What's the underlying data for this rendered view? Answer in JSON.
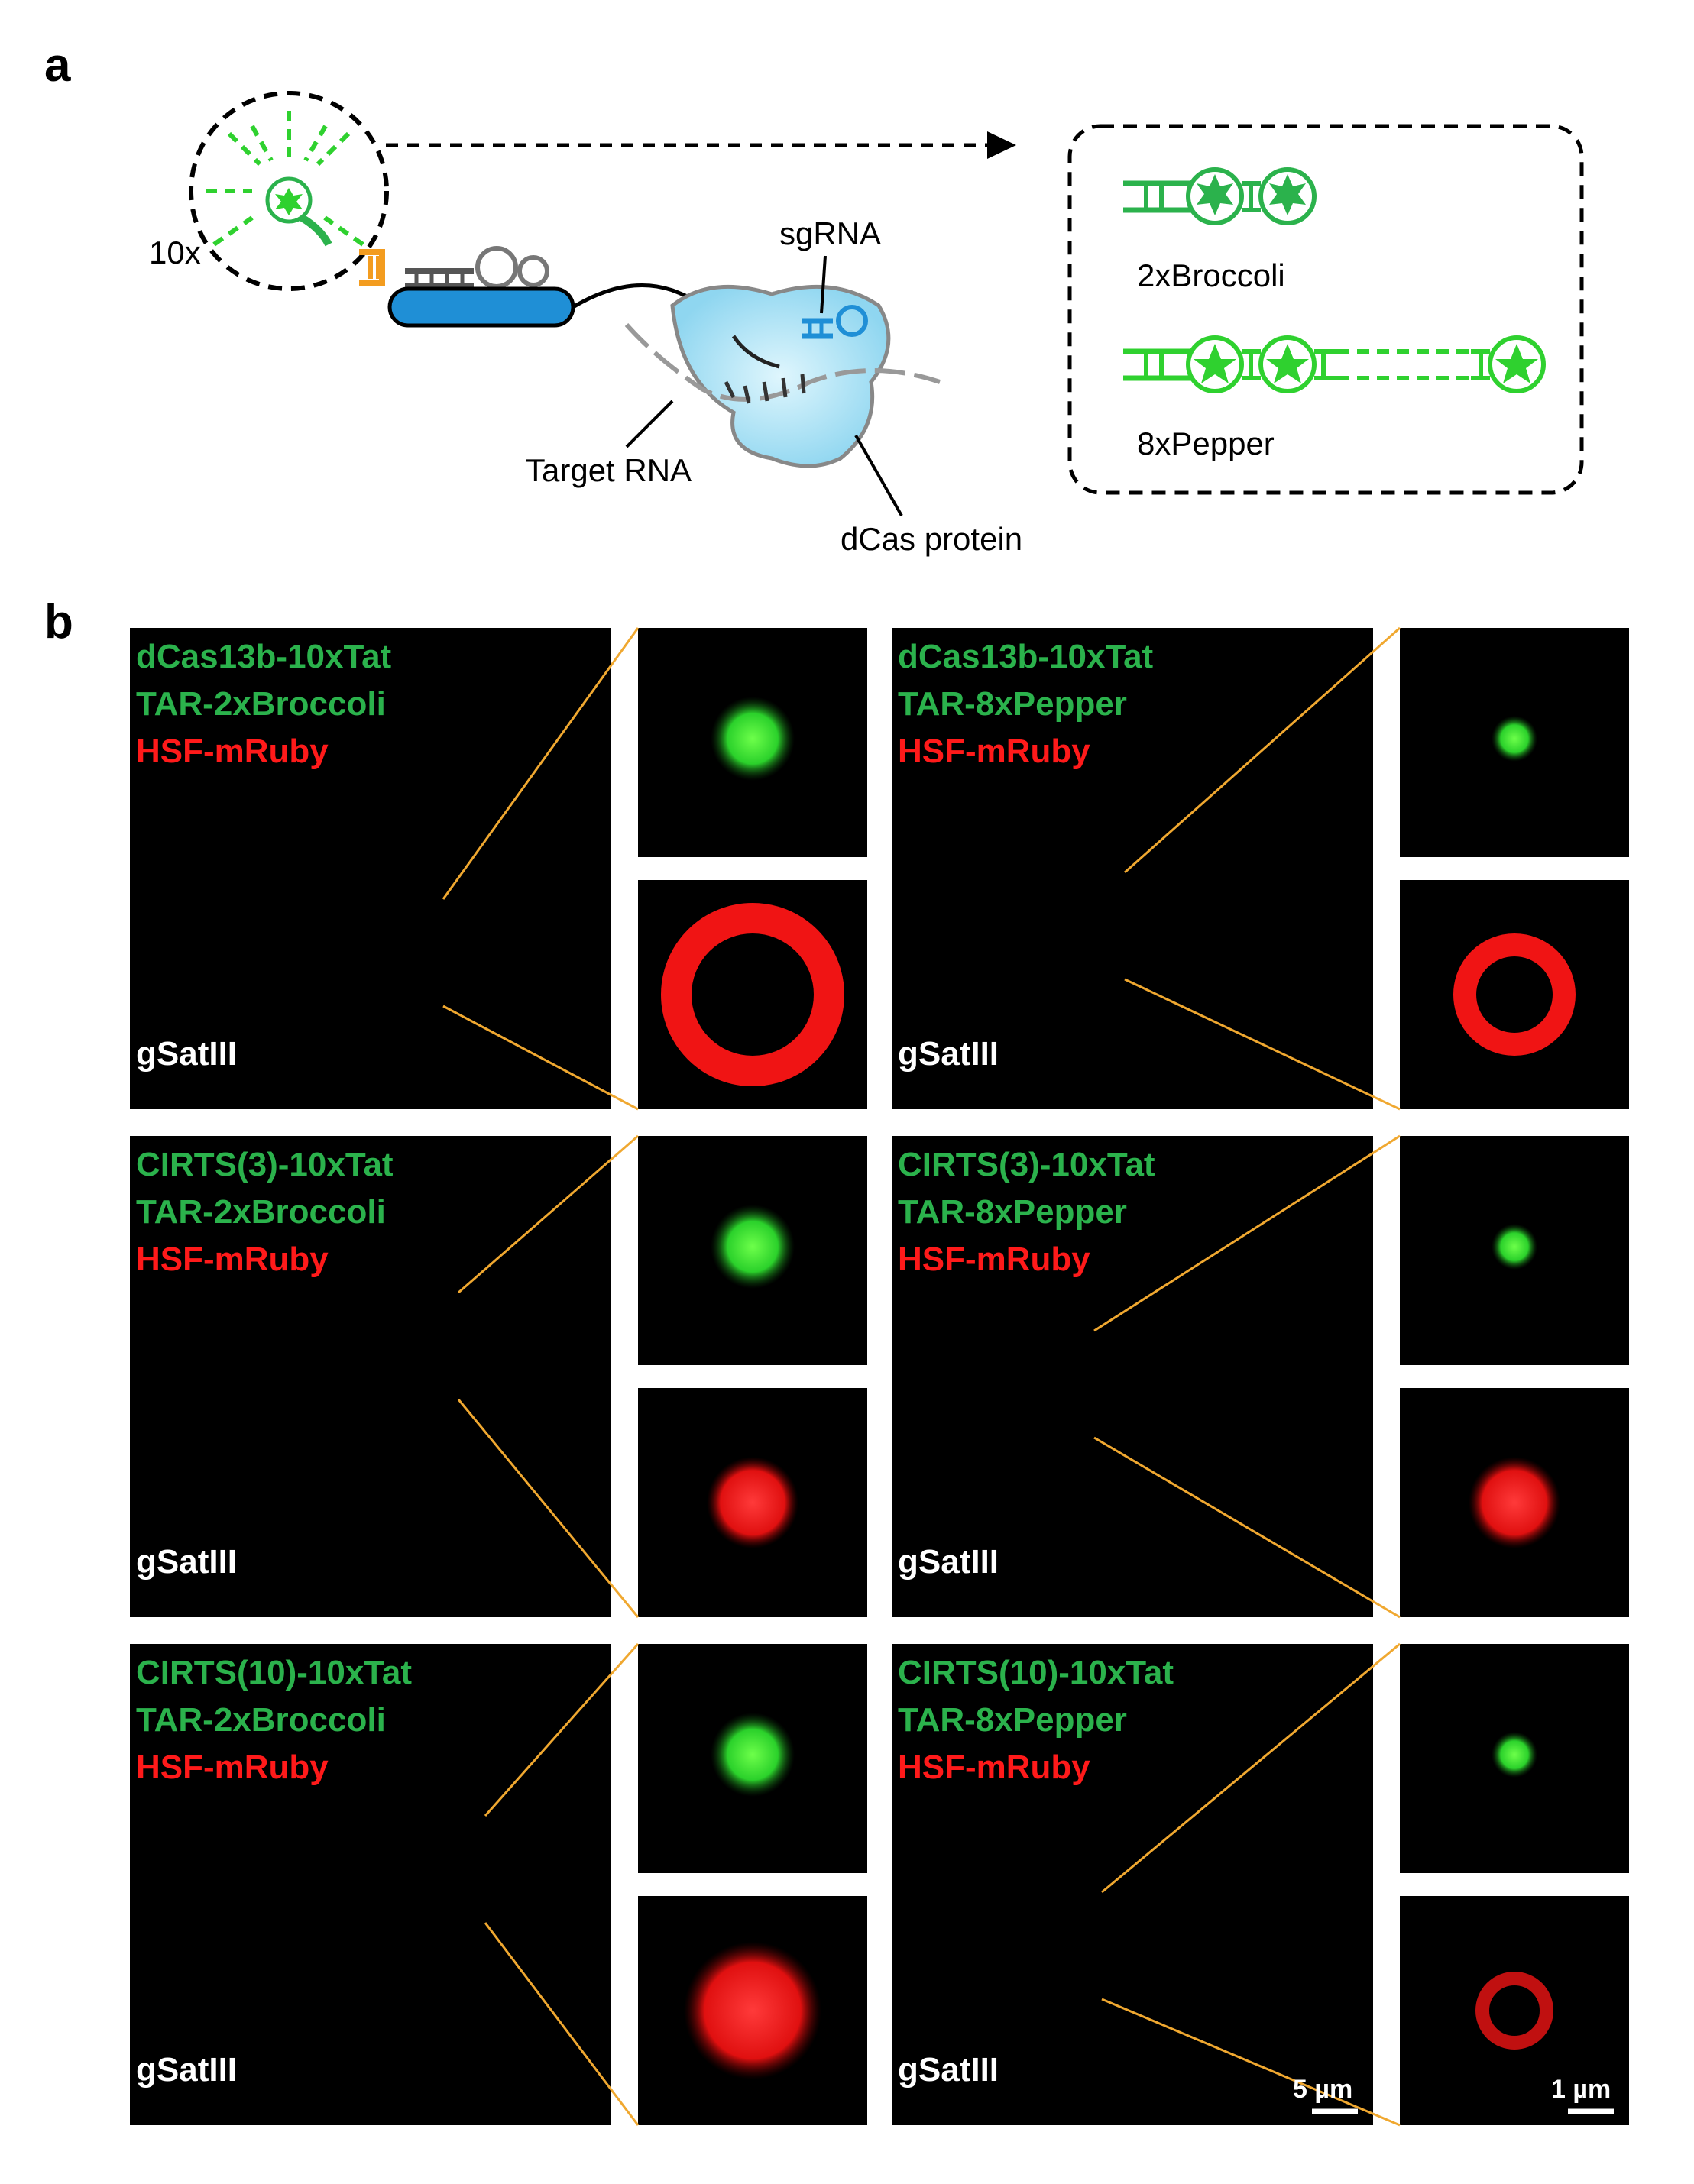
{
  "panel_a": {
    "letter": "a",
    "multiplier": "10x",
    "labels": {
      "sgrna": "sgRNA",
      "target_rna": "Target RNA",
      "dcas_protein": "dCas protein"
    },
    "inset": {
      "top_label": "2xBroccoli",
      "bottom_label": "8xPepper"
    }
  },
  "panel_b": {
    "letter": "b",
    "colors": {
      "green": "#2bb24c",
      "red": "#ff1a1a",
      "white": "#ffffff",
      "blue": "#1f2bd8",
      "zoom_line": "#f0a830"
    },
    "common_label": "gSatIII",
    "rows": [
      {
        "left": {
          "line1": "dCas13b-10xTat",
          "line2": "TAR-2xBroccoli",
          "line3": "HSF-mRuby",
          "bottom": "gSatIII"
        },
        "right": {
          "line1": "dCas13b-10xTat",
          "line2": "TAR-8xPepper",
          "line3": "HSF-mRuby",
          "bottom": "gSatIII"
        }
      },
      {
        "left": {
          "line1": "CIRTS(3)-10xTat",
          "line2": "TAR-2xBroccoli",
          "line3": "HSF-mRuby",
          "bottom": "gSatIII"
        },
        "right": {
          "line1": "CIRTS(3)-10xTat",
          "line2": "TAR-8xPepper",
          "line3": "HSF-mRuby",
          "bottom": "gSatIII"
        }
      },
      {
        "left": {
          "line1": "CIRTS(10)-10xTat",
          "line2": "TAR-2xBroccoli",
          "line3": "HSF-mRuby",
          "bottom": "gSatIII"
        },
        "right": {
          "line1": "CIRTS(10)-10xTat",
          "line2": "TAR-8xPepper",
          "line3": "HSF-mRuby",
          "bottom": "gSatIII"
        }
      }
    ],
    "scale_bars": {
      "main": "5 µm",
      "zoom": "1 µm"
    }
  }
}
